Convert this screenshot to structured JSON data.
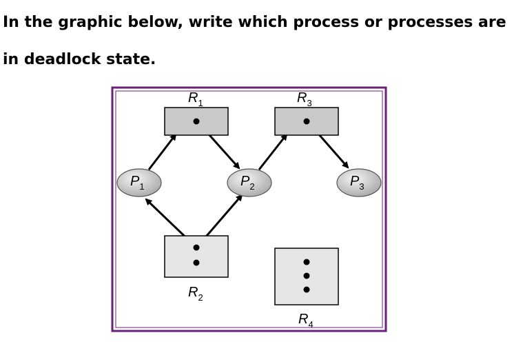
{
  "question": {
    "text": "In the graphic below, write which process or processes are in deadlock state."
  },
  "diagram": {
    "type": "resource-allocation-graph",
    "frame_color": "#6a1f7a",
    "resources": [
      {
        "id": "R1",
        "name": "R",
        "sub": "1",
        "instances": 1
      },
      {
        "id": "R2",
        "name": "R",
        "sub": "2",
        "instances": 2
      },
      {
        "id": "R3",
        "name": "R",
        "sub": "3",
        "instances": 1
      },
      {
        "id": "R4",
        "name": "R",
        "sub": "4",
        "instances": 3
      }
    ],
    "processes": [
      {
        "id": "P1",
        "name": "P",
        "sub": "1"
      },
      {
        "id": "P2",
        "name": "P",
        "sub": "2"
      },
      {
        "id": "P3",
        "name": "P",
        "sub": "3"
      }
    ],
    "edges": [
      {
        "from": "P1",
        "to": "R1",
        "kind": "request"
      },
      {
        "from": "R1",
        "to": "P2",
        "kind": "assignment"
      },
      {
        "from": "P2",
        "to": "R3",
        "kind": "request"
      },
      {
        "from": "R3",
        "to": "P3",
        "kind": "assignment"
      },
      {
        "from": "R2",
        "to": "P1",
        "kind": "assignment"
      },
      {
        "from": "R2",
        "to": "P2",
        "kind": "assignment"
      }
    ]
  }
}
